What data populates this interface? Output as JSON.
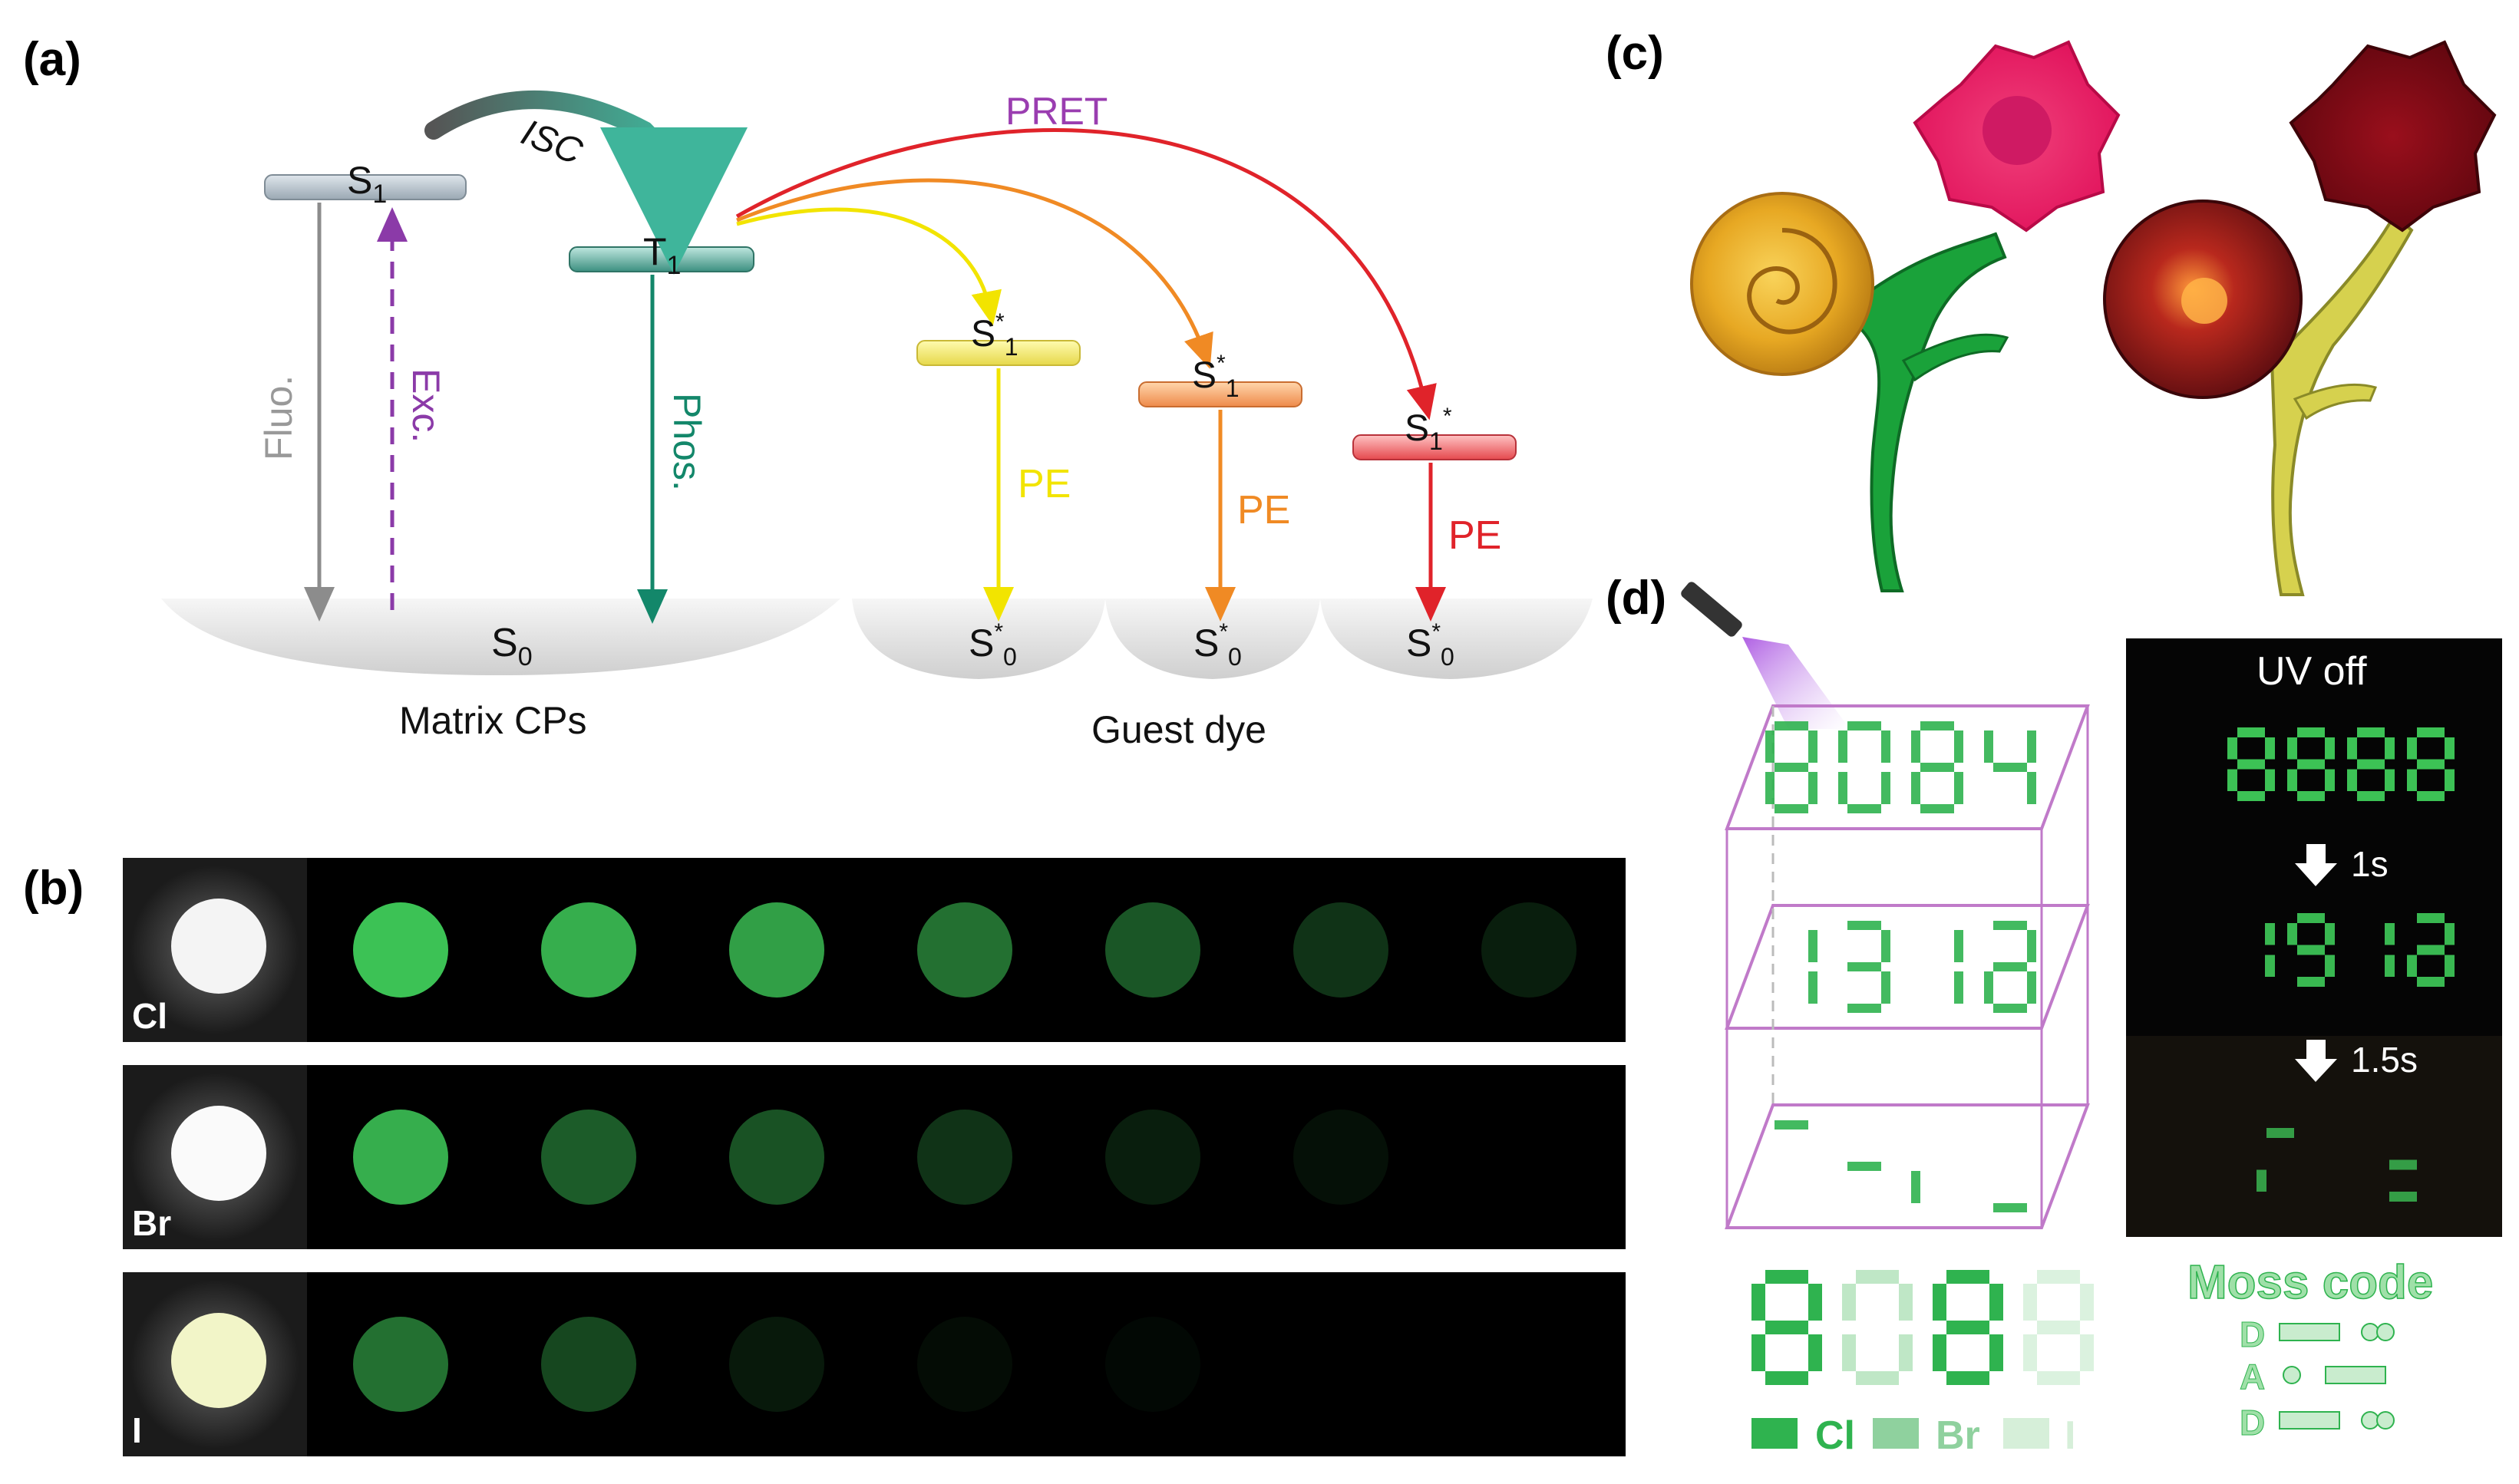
{
  "panels": {
    "a": "(a)",
    "b": "(b)",
    "c": "(c)",
    "d": "(d)"
  },
  "energy": {
    "S1": "S",
    "S1_sub": "1",
    "T1": "T",
    "T1_sub": "1",
    "S0": "S",
    "S0_sub": "0",
    "star": "*",
    "isc": "ISC",
    "pret": "PRET",
    "fluo": "Fluo.",
    "exc": "Exc.",
    "phos": "Phos.",
    "pe": "PE",
    "matrix": "Matrix CPs",
    "guest": "Guest dye"
  },
  "rows": [
    {
      "label": "Cl",
      "ref_color": "#f4f4f4",
      "intensities": [
        0.95,
        0.85,
        0.78,
        0.55,
        0.42,
        0.25,
        0.15
      ]
    },
    {
      "label": "Br",
      "ref_color": "#fafafa",
      "intensities": [
        0.85,
        0.45,
        0.4,
        0.25,
        0.15,
        0.08,
        0.0
      ]
    },
    {
      "label": "I",
      "ref_color": "#f2f5c8",
      "intensities": [
        0.55,
        0.35,
        0.12,
        0.06,
        0.04,
        0.0,
        0.0
      ]
    }
  ],
  "uv": {
    "title": "UV off",
    "t1": "1s",
    "t2": "1.5s"
  },
  "legend": {
    "cl": "Cl",
    "br": "Br",
    "i": "I"
  },
  "moss": {
    "title": "Moss code",
    "letters": [
      "D",
      "A",
      "D"
    ]
  },
  "colors": {
    "gray_arrow": "#8c8c8c",
    "exc": "#8b3aa8",
    "phos": "#13876a",
    "yellow": "#f2e400",
    "orange": "#f08a24",
    "red": "#e0232a",
    "pret": "#9a3db0",
    "green_led": "#3fcc5a",
    "legend_green": "#2fb34f"
  }
}
